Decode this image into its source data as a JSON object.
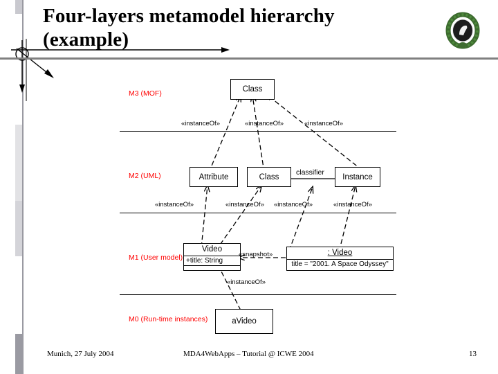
{
  "slide": {
    "title_line1": "Four-layers metamodel hierarchy",
    "title_line2": "(example)",
    "logo_name": "university-seal",
    "accent_rule_color": "#808080",
    "layer_label_color": "#ff0000"
  },
  "footer": {
    "left": "Munich, 27 July 2004",
    "center": "MDA4WebApps – Tutorial @ ICWE 2004",
    "page_number": "13"
  },
  "diagram": {
    "type": "uml-four-layer-metamodel",
    "layers": [
      {
        "id": "M3",
        "label": "M3 (MOF)"
      },
      {
        "id": "M2",
        "label": "M2 (UML)"
      },
      {
        "id": "M1",
        "label": "M1 (User model)"
      },
      {
        "id": "M0",
        "label": "M0 (Run-time instances)"
      }
    ],
    "m3": {
      "class_box": "Class"
    },
    "m2": {
      "attribute_box": "Attribute",
      "class_box": "Class",
      "instance_box": "Instance",
      "classifier_label": "classifier"
    },
    "m1": {
      "video_class_name": "Video",
      "video_class_attribute": "+title: String",
      "video_instance_name": ": Video",
      "video_instance_slot": "title = \"2001. A Space Odyssey\"",
      "snapshot_label": "«snapshot»",
      "instance_of_below_video": "«instanceOf»"
    },
    "m0": {
      "object_box": "aVideo"
    },
    "stereotypes_m3_band": [
      "«instanceOf»",
      "«instanceOf»",
      "«instanceOf»"
    ],
    "stereotypes_m2_band": [
      "«instanceOf»",
      "«instanceOf»",
      "«instanceOf»",
      "«instanceOf»"
    ]
  }
}
